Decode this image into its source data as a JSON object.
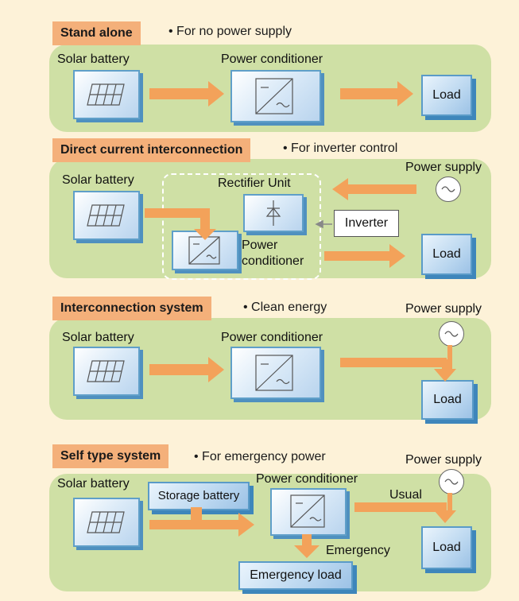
{
  "sections": [
    {
      "title": "Stand alone",
      "note": "• For no power supply",
      "labels": {
        "solar": "Solar battery",
        "pc": "Power conditioner",
        "load": "Load"
      }
    },
    {
      "title": "Direct current interconnection",
      "note": "• For inverter control",
      "labels": {
        "solar": "Solar battery",
        "rectifier": "Rectifier Unit",
        "supply": "Power supply",
        "inverter": "Inverter",
        "pc_line1": "Power",
        "pc_line2": "conditioner",
        "load": "Load"
      }
    },
    {
      "title": "Interconnection system",
      "note": "• Clean energy",
      "labels": {
        "solar": "Solar battery",
        "pc": "Power conditioner",
        "supply": "Power supply",
        "load": "Load"
      }
    },
    {
      "title": "Self type system",
      "note": "• For emergency power",
      "labels": {
        "solar": "Solar battery",
        "storage": "Storage battery",
        "pc": "Power conditioner",
        "supply": "Power supply",
        "usual": "Usual",
        "emergency": "Emergency",
        "load": "Load",
        "emergency_load": "Emergency load"
      }
    }
  ],
  "colors": {
    "background": "#fdf2d8",
    "panel": "#cfe0a5",
    "tag": "#f4b07a",
    "arrow": "#f3a25a",
    "box_border": "#5f9fc9"
  }
}
